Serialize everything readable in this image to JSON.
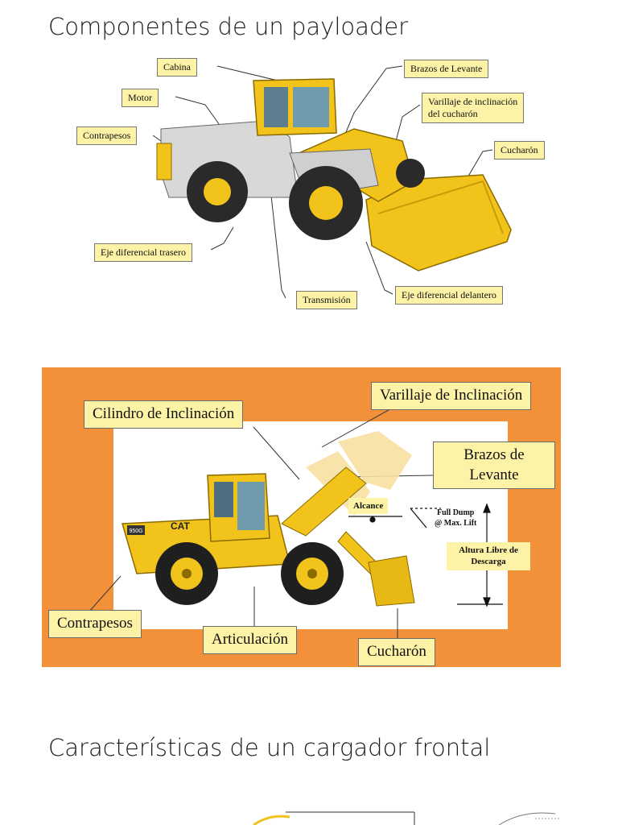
{
  "section1": {
    "title": "Componentes de un payloader",
    "labels": {
      "cabina": "Cabina",
      "motor": "Motor",
      "contrapesos": "Contrapesos",
      "eje_trasero": "Eje diferencial trasero",
      "transmision": "Transmisión",
      "eje_delantero": "Eje diferencial delantero",
      "brazos": "Brazos de Levante",
      "varillaje_1": "Varillaje de inclinación",
      "varillaje_2": "del cucharón",
      "cucharon": "Cucharón"
    }
  },
  "section2": {
    "labels": {
      "cilindro": "Cilindro de Inclinación",
      "varillaje": "Varillaje de Inclinación",
      "brazos_1": "Brazos de",
      "brazos_2": "Levante",
      "alcance": "Alcance",
      "full_dump_1": "Full Dump",
      "full_dump_2": "@ Max. Lift",
      "altura_1": "Altura Libre de",
      "altura_2": "Descarga",
      "contrapesos": "Contrapesos",
      "articulacion": "Articulación",
      "cucharon": "Cucharón"
    },
    "model_badge": "950G",
    "brand": "CAT"
  },
  "section3": {
    "title": "Características de un cargador frontal"
  },
  "colors": {
    "machine_yellow": "#f2c31b",
    "panel_orange": "#f3913b",
    "label_fill": "#fdf3a6"
  }
}
